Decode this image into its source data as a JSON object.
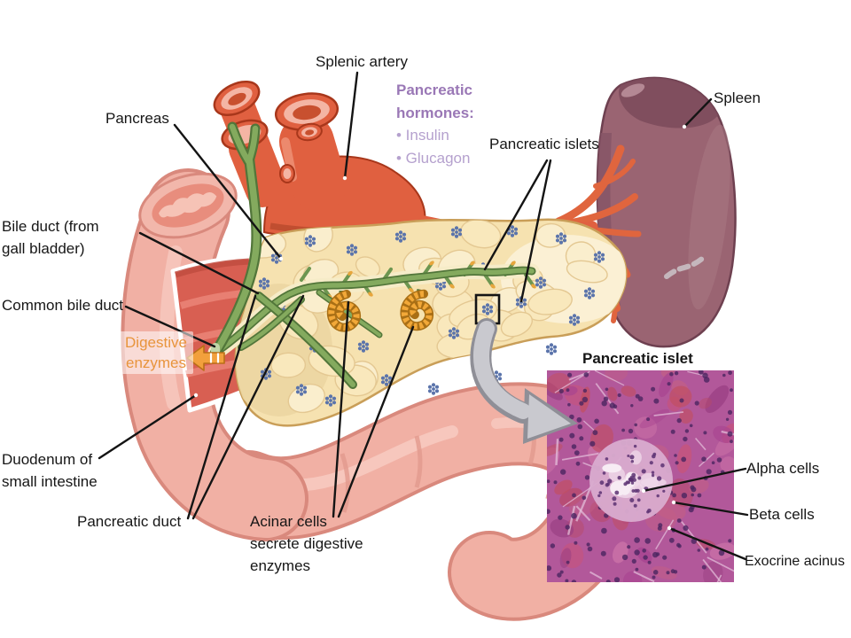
{
  "diagram": {
    "labels": {
      "splenic_artery": "Splenic artery",
      "pancreas": "Pancreas",
      "bile_duct": "Bile duct (from\ngall bladder)",
      "common_bile_duct": "Common bile duct",
      "digestive_enzymes": "Digestive\nenzymes",
      "duodenum": "Duodenum of\nsmall intestine",
      "pancreatic_duct": "Pancreatic duct",
      "acinar_cells": "Acinar cells\nsecrete digestive\nenzymes",
      "pancreatic_islets": "Pancreatic islets",
      "spleen": "Spleen"
    },
    "hormones": {
      "title": "Pancreatic\nhormones:",
      "items": [
        "• Insulin",
        "• Glucagon"
      ]
    },
    "inset": {
      "title": "Pancreatic islet",
      "labels": {
        "alpha_cells": "Alpha cells",
        "beta_cells": "Beta cells",
        "exocrine_acinus": "Exocrine acinus"
      }
    },
    "colors": {
      "label_text": "#161616",
      "hormone_title": "#9a78b6",
      "hormone_item": "#b5a1ce",
      "digestive_enzymes_text": "#e8943c",
      "artery_red": "#e06040",
      "pancreas_cream": "#f6e2b0",
      "duct_green": "#84aa5e",
      "islet_blue": "#5b74ab",
      "acinar_orange": "#f2a838",
      "spleen_mauve": "#9a6472",
      "micrograph_magenta": "#b2589a",
      "zoom_arrow_gray": "#c9c9cf"
    }
  }
}
